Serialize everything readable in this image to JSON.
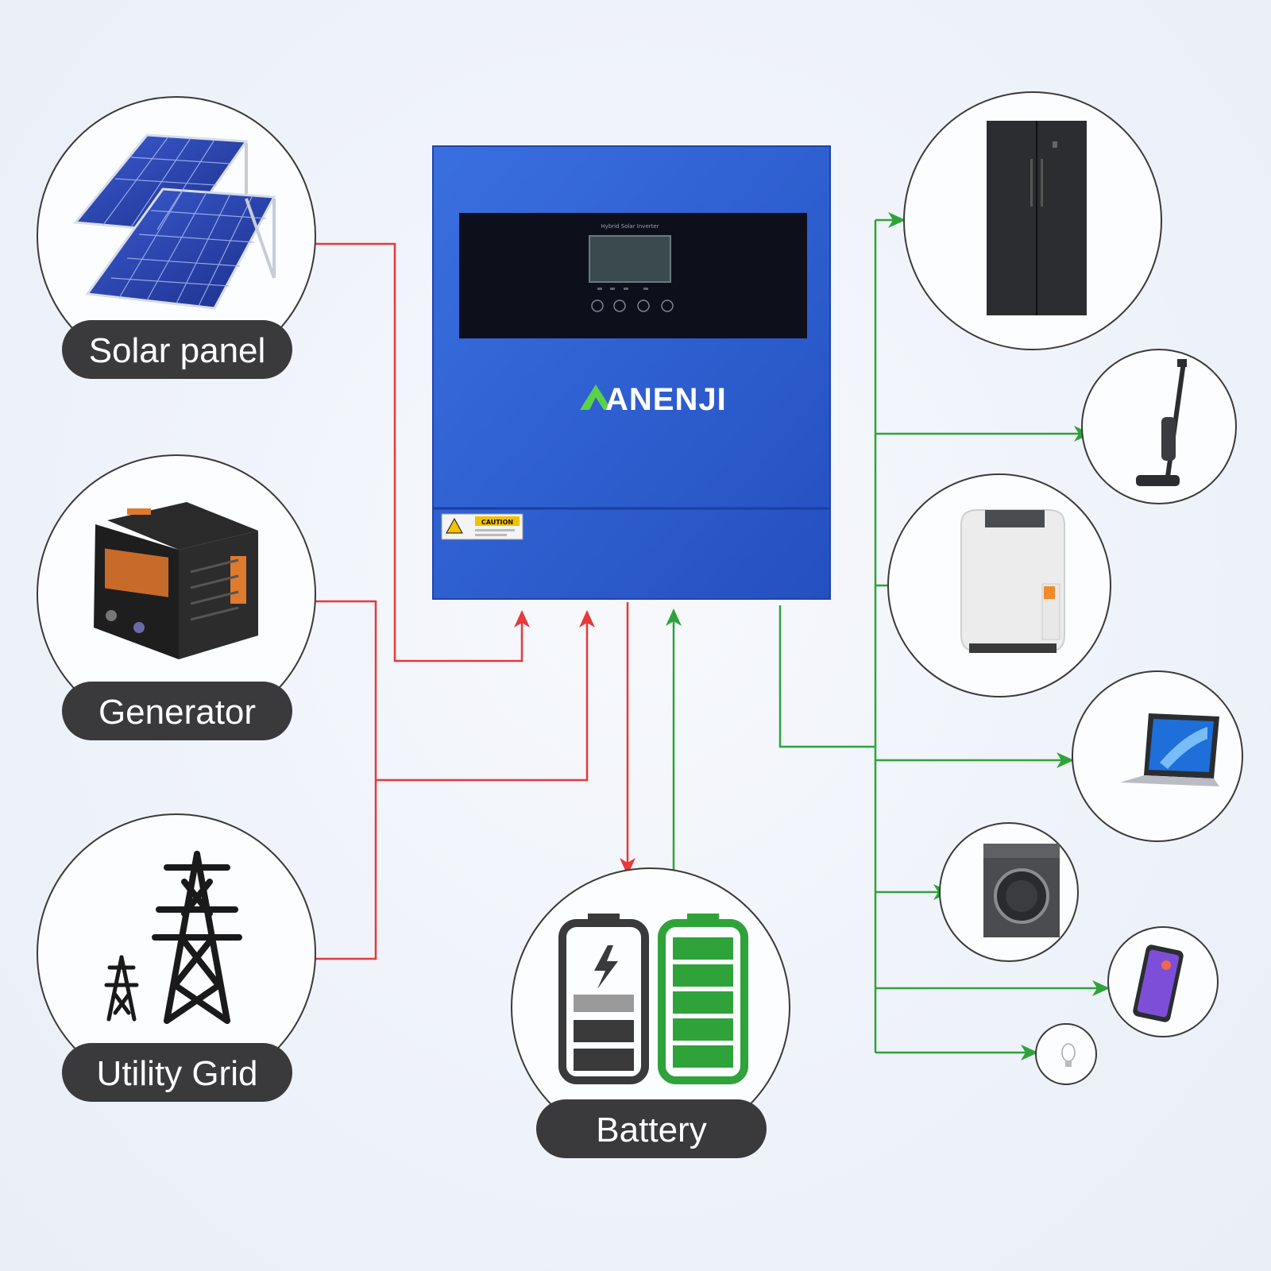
{
  "sources": [
    {
      "label": "Solar panel",
      "icon": "solar-panel-icon"
    },
    {
      "label": "Generator",
      "icon": "generator-icon"
    },
    {
      "label": "Utility Grid",
      "icon": "transmission-tower-icon"
    }
  ],
  "storage": {
    "label": "Battery",
    "icon": "battery-icon"
  },
  "inverter": {
    "brand": "ANENJI",
    "panel_title": "Hybrid Solar Inverter",
    "caution": "CAUTION",
    "color": "#2f5fd0"
  },
  "loads": [
    {
      "icon": "refrigerator-icon"
    },
    {
      "icon": "vacuum-cleaner-icon"
    },
    {
      "icon": "air-fryer-icon"
    },
    {
      "icon": "laptop-icon"
    },
    {
      "icon": "washing-machine-icon"
    },
    {
      "icon": "smartphone-icon"
    },
    {
      "icon": "light-bulb-icon"
    }
  ],
  "colors": {
    "input_line": "#e5393b",
    "output_line": "#2fa33a",
    "pill": "#3a3a3c"
  }
}
